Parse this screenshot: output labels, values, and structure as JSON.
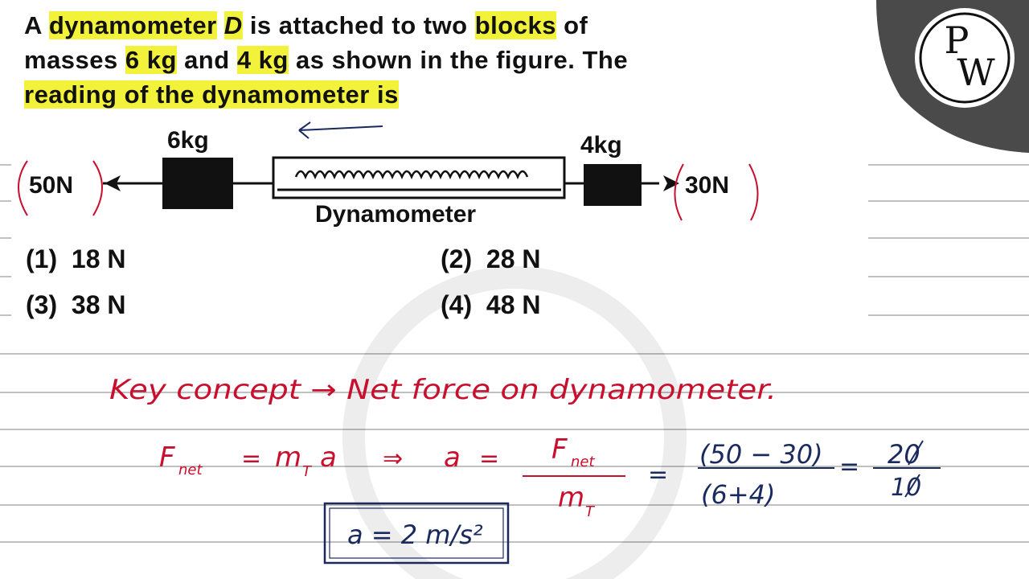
{
  "question": {
    "line1_a": "A",
    "line1_b": "dynamometer",
    "line1_c": "D",
    "line1_d": "is attached to two",
    "line1_e": "blocks",
    "line1_f": "of",
    "line2_a": "masses",
    "line2_b": "6 kg",
    "line2_c": "and",
    "line2_d": "4 kg",
    "line2_e": "as shown in the figure. The",
    "line3": "reading of the dynamometer is"
  },
  "figure": {
    "left_mass": "6kg",
    "right_mass": "4kg",
    "left_force": "50N",
    "right_force": "30N",
    "device_label": "Dynamometer"
  },
  "options": [
    {
      "num": "(1)",
      "value": "18 N"
    },
    {
      "num": "(2)",
      "value": "28 N"
    },
    {
      "num": "(3)",
      "value": "38 N"
    },
    {
      "num": "(4)",
      "value": "48 N"
    }
  ],
  "handwritten": {
    "key_concept": "Key concept → Net force on dynamometer.",
    "fnet": "F",
    "fnet_sub": "net",
    "eq_sign": "=",
    "mt": "m",
    "mt_sub": "T",
    "a1": "a",
    "implies": "⇒",
    "a2": "a",
    "frac_num_f": "F",
    "frac_num_sub": "net",
    "frac_den_m": "m",
    "frac_den_sub": "T",
    "eq2": "=",
    "num2": "(50 − 30)",
    "den2": "(6+4)",
    "eq3": "=",
    "num3": "20",
    "den3": "10",
    "result": "a = 2 m/s²"
  },
  "logo": {
    "text_p": "P",
    "text_w": "W"
  },
  "colors": {
    "highlight": "#f2f23a",
    "ink_red": "#c8102e",
    "ink_blue": "#1a2a5e",
    "logo_bg": "#4a4a4a"
  }
}
